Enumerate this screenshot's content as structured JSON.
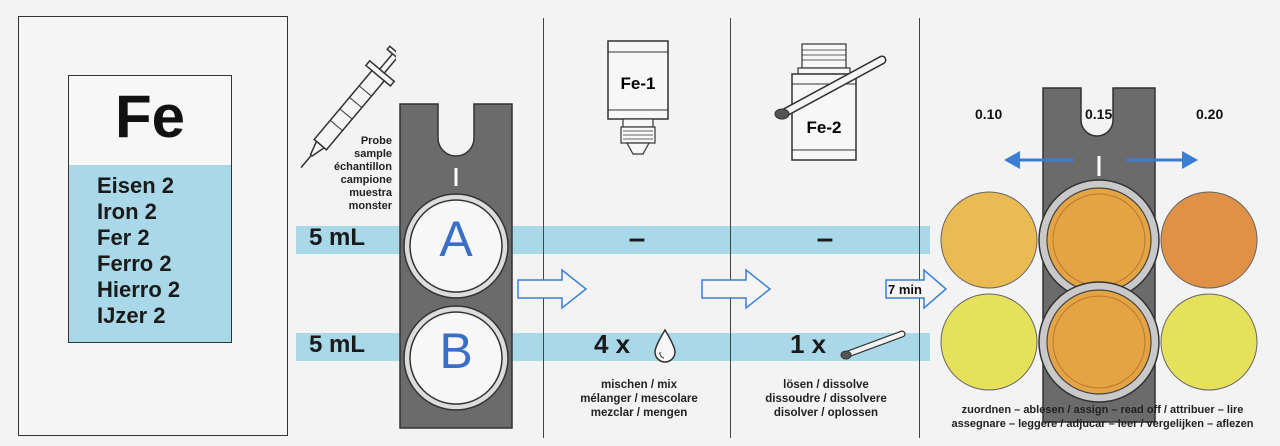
{
  "card": {
    "symbol": "Fe",
    "names": [
      "Eisen 2",
      "Iron 2",
      "Fer 2",
      "Ferro 2",
      "Hierro 2",
      "IJzer 2"
    ]
  },
  "sample": {
    "label_lines": [
      "Probe",
      "sample",
      "échantillon",
      "campione",
      "muestra",
      "monster"
    ],
    "row_a_volume": "5 mL",
    "row_b_volume": "5 mL",
    "letter_a": "A",
    "letter_b": "B"
  },
  "step1": {
    "reagent": "Fe-1",
    "row_a": "–",
    "row_b_count": "4 x",
    "caption_lines": [
      "mischen / mix",
      "mélanger / mescolare",
      "mezclar / mengen"
    ]
  },
  "step2": {
    "reagent": "Fe-2",
    "row_a": "–",
    "row_b_count": "1 x",
    "caption_lines": [
      "lösen / dissolve",
      "dissoudre / dissolvere",
      "disolver / oplossen"
    ]
  },
  "step3": {
    "wait": "7 min",
    "levels": [
      "0.10",
      "0.15",
      "0.20"
    ],
    "caption_lines": [
      "zuordnen – ablesen / assign – read off / attribuer – lire",
      "assegnare – leggere / adjucar – leer / vergelijken – aflezen"
    ]
  },
  "colors": {
    "band": "#a9d8e8",
    "letter": "#3a6fc8",
    "arrow": "#3a7fd4",
    "comparator": "#6b6b6b",
    "disc_010": "#e9bb52",
    "disc_015": "#e4a444",
    "disc_020": "#df9146",
    "disc_blank": "#e6e15a"
  },
  "icons": [
    "syringe-icon",
    "reagent-bottle-icon",
    "drop-icon",
    "spoon-icon",
    "arrow-right-icon",
    "arrow-left-icon"
  ]
}
